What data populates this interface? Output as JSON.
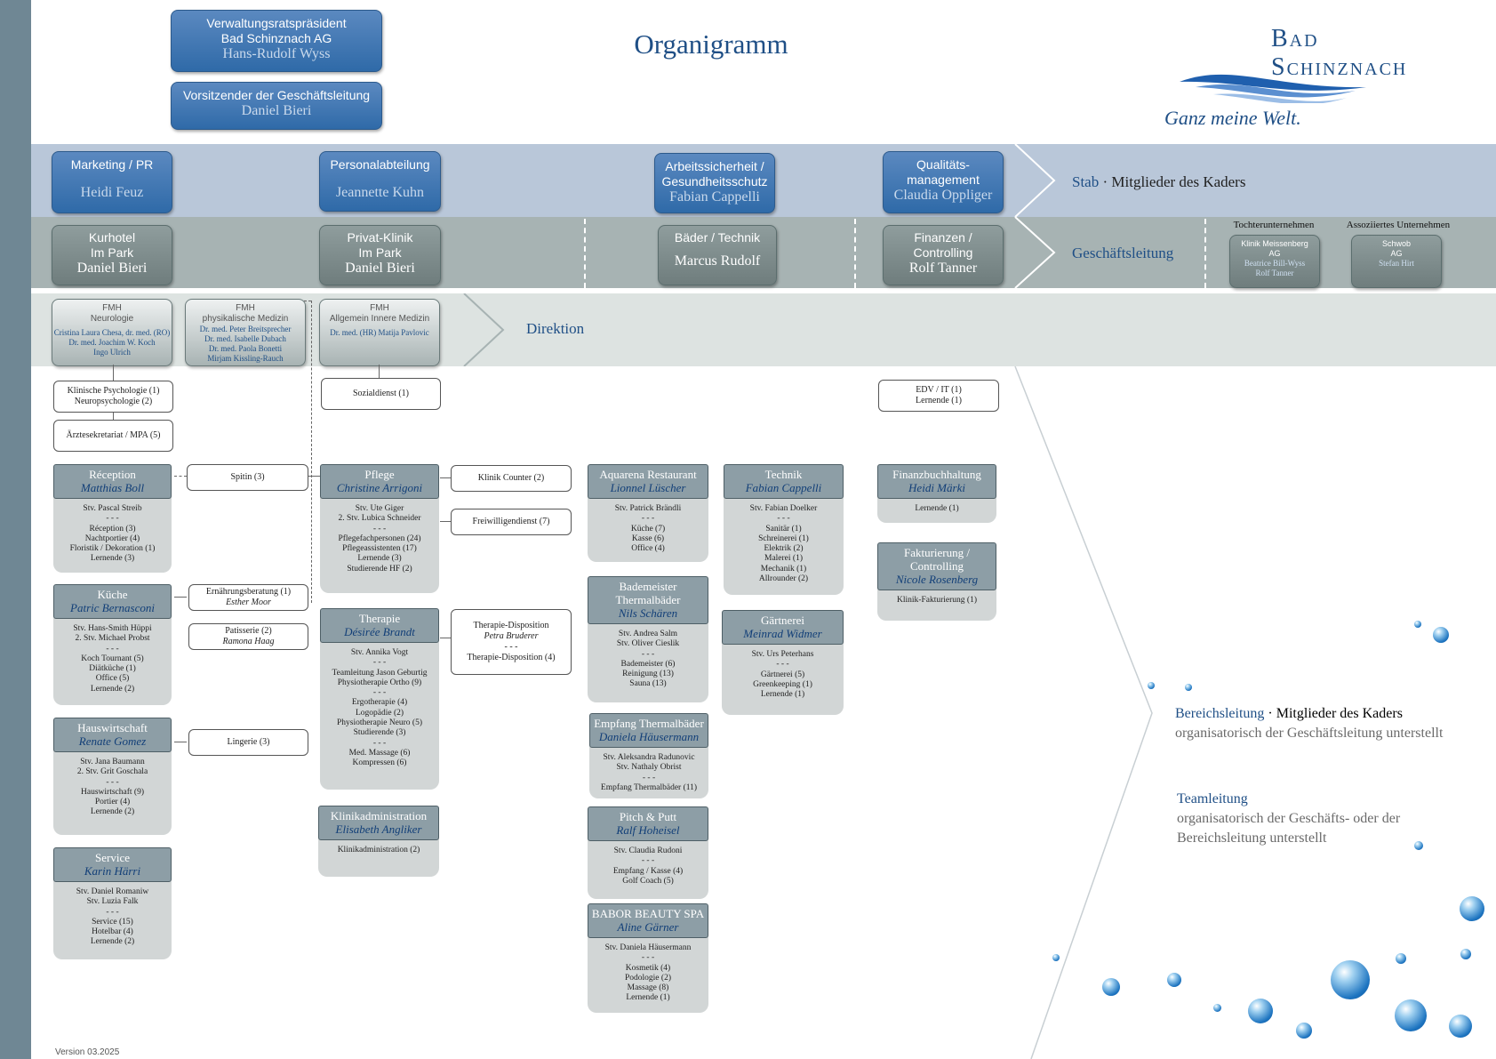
{
  "header": {
    "title": "Organigramm",
    "president_role": "Verwaltungsratspräsident\nBad Schinznach AG",
    "president_name": "Hans-Rudolf Wyss",
    "ceo_role": "Vorsitzender der Geschäftsleitung",
    "ceo_name": "Daniel Bieri"
  },
  "logo": {
    "brand": "Bad Schinznach",
    "slogan": "Ganz meine Welt."
  },
  "stab": {
    "label_blue": "Stab",
    "label_rest": " · Mitglieder des Kaders",
    "boxes": [
      {
        "title": "Marketing / PR",
        "name": "Heidi Feuz"
      },
      {
        "title": "Personalabteilung",
        "name": "Jeannette Kuhn"
      },
      {
        "title": "Arbeitssicherheit /\nGesundheitsschutz",
        "name": "Fabian Cappelli"
      },
      {
        "title": "Qualitäts-\nmanagement",
        "name": "Claudia Oppliger"
      }
    ]
  },
  "gl": {
    "label": "Geschäftsleitung",
    "boxes": [
      {
        "title": "Kurhotel\nIm Park",
        "name": "Daniel Bieri"
      },
      {
        "title": "Privat-Klinik\nIm Park",
        "name": "Daniel Bieri"
      },
      {
        "title": "Bäder / Technik",
        "name": "Marcus Rudolf"
      },
      {
        "title": "Finanzen /\nControlling",
        "name": "Rolf Tanner"
      }
    ],
    "tochter_label": "Tochterunternehmen",
    "tochter_title": "Klinik Meissenberg\nAG",
    "tochter_names": "Beatrice Bill-Wyss\nRolf Tanner",
    "assoz_label": "Assoziiertes Unternehmen",
    "assoz_title": "Schwob\nAG",
    "assoz_names": "Stefan Hirt"
  },
  "direktion": {
    "label": "Direktion",
    "boxes": [
      {
        "title": "FMH\nNeurologie",
        "names": "Cristina Laura Chesa, dr. med. (RO)\nDr. med. Joachim W. Koch\nIngo Ulrich"
      },
      {
        "title": "FMH\nphysikalische Medizin",
        "names": "Dr. med. Peter Breitsprecher\nDr. med. Isabelle Dubach\nDr. med. Paola Bonetti\nMirjam Kissling-Rauch"
      },
      {
        "title": "FMH\nAllgemein Innere Medizin",
        "names": "Dr. med. (HR) Matija Pavlovic"
      }
    ]
  },
  "small_boxes": {
    "psych": "Klinische Psychologie (1)\nNeuropsychologie (2)",
    "aerzte": "Ärztesekretariat / MPA (5)",
    "sozial": "Sozialdienst (1)",
    "edv": "EDV / IT (1)\nLernende (1)",
    "spitin": "Spitin (3)",
    "ernaehrung": "Ernährungsberatung (1)",
    "ernaehrung_name": "Esther Moor",
    "patisserie": "Patisserie (2)",
    "patisserie_name": "Ramona Haag",
    "lingerie": "Lingerie (3)",
    "klinikcounter": "Klinik Counter (2)",
    "freiwillig": "Freiwilligendienst (7)",
    "therapiedispo": "Therapie-Disposition",
    "therapiedispo_name": "Petra Bruderer",
    "therapiedispo_sep": "- - -",
    "therapiedispo_count": "Therapie-Disposition (4)"
  },
  "depts": {
    "reception": {
      "title": "Réception",
      "lead": "Matthias Boll",
      "body": "Stv. Pascal Streib\n- - -\nRéception (3)\nNachtportier (4)\nFloristik / Dekoration (1)\nLernende (3)"
    },
    "kueche": {
      "title": "Küche",
      "lead": "Patric Bernasconi",
      "body": "Stv. Hans-Smith Hüppi\n2. Stv. Michael Probst\n- - -\nKoch Tournant (5)\nDiätküche (1)\nOffice (5)\nLernende (2)"
    },
    "hauswirtschaft": {
      "title": "Hauswirtschaft",
      "lead": "Renate Gomez",
      "body": "Stv. Jana Baumann\n2. Stv. Grit Goschala\n- - -\nHauswirtschaft (9)\nPortier (4)\nLernende (2)"
    },
    "service": {
      "title": "Service",
      "lead": "Karin Härri",
      "body": "Stv. Daniel Romaniw\nStv. Luzia Falk\n- - -\nService (15)\nHotelbar (4)\nLernende (2)"
    },
    "pflege": {
      "title": "Pflege",
      "lead": "Christine Arrigoni",
      "body": "Stv. Ute Giger\n2. Stv. Lubica Schneider\n- - -\nPflegefachpersonen (24)\nPflegeassistenten (17)\nLernende (3)\nStudierende HF (2)"
    },
    "therapie": {
      "title": "Therapie",
      "lead": "Désirée Brandt",
      "body": "Stv. Annika Vogt\n- - -\nTeamleitung Jason Geburtig\nPhysiotherapie Ortho (9)\n- - -\nErgotherapie (4)\nLogopädie (2)\nPhysiotherapie Neuro (5)\nStudierende (3)\n- - -\nMed. Massage (6)\nKompressen (6)"
    },
    "klinikadmin": {
      "title": "Klinikadministration",
      "lead": "Elisabeth Angliker",
      "body": "Klinikadministration (2)"
    },
    "aquarena": {
      "title": "Aquarena Restaurant",
      "lead": "Lionnel Lüscher",
      "body": "Stv. Patrick Brändli\n- - -\nKüche (7)\nKasse (6)\nOffice (4)"
    },
    "bademeister": {
      "title": "Bademeister\nThermalbäder",
      "lead": "Nils Schären",
      "body": "Stv. Andrea Salm\nStv. Oliver Cieslik\n- - -\nBademeister (6)\nReinigung (13)\nSauna (13)"
    },
    "empfang": {
      "title": "Empfang Thermalbäder",
      "lead": "Daniela Häusermann",
      "body": "Stv. Aleksandra Radunovic\nStv. Nathaly Obrist\n- - -\nEmpfang Thermalbäder (11)"
    },
    "pitch": {
      "title": "Pitch & Putt",
      "lead": "Ralf Hoheisel",
      "body": "Stv. Claudia Rudoni\n- - -\nEmpfang / Kasse (4)\nGolf Coach (5)"
    },
    "babor": {
      "title": "BABOR BEAUTY SPA",
      "lead": "Aline Gärner",
      "body": "Stv. Daniela Häusermann\n- - -\nKosmetik (4)\nPodologie (2)\nMassage (8)\nLernende (1)"
    },
    "technik": {
      "title": "Technik",
      "lead": "Fabian Cappelli",
      "body": "Stv. Fabian Doelker\n- - -\nSanitär (1)\nSchreinerei (1)\nElektrik (2)\nMalerei (1)\nMechanik (1)\nAllrounder (2)"
    },
    "gaertnerei": {
      "title": "Gärtnerei",
      "lead": "Meinrad Widmer",
      "body": "Stv. Urs Peterhans\n- - -\nGärtnerei (5)\nGreenkeeping (1)\nLernende (1)"
    },
    "finanzbuch": {
      "title": "Finanzbuchhaltung",
      "lead": "Heidi Märki",
      "body": "Lernende (1)"
    },
    "fakturierung": {
      "title": "Fakturierung /\nControlling",
      "lead": "Nicole Rosenberg",
      "body": "Klinik-Fakturierung (1)"
    }
  },
  "legend": {
    "bl_blue": "Bereichsleitung",
    "bl_rest": " · Mitglieder des Kaders",
    "bl_sub": "organisatorisch der Geschäftsleitung unterstellt",
    "tl_blue": "Teamleitung",
    "tl_sub": "organisatorisch der Geschäfts- oder der\nBereichsleitung unterstellt"
  },
  "version": "Version 03.2025",
  "colors": {
    "brand_blue": "#1f4f86",
    "stab_band": "#b9c7d9",
    "gl_band": "#a7b3b3"
  }
}
